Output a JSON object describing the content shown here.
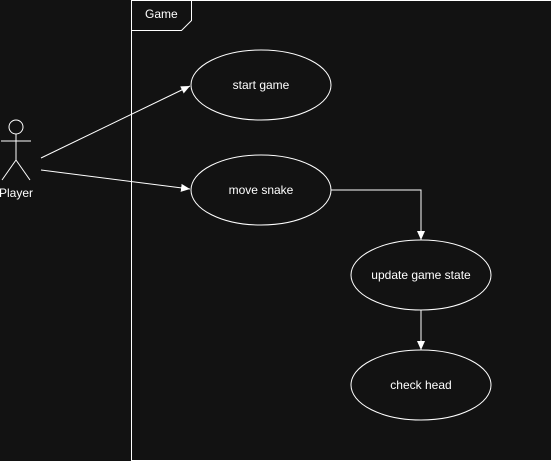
{
  "diagram": {
    "type": "uml-use-case",
    "frame": {
      "label": "Game"
    },
    "actor": {
      "label": "Player"
    },
    "use_cases": [
      {
        "id": "start",
        "label": "start game"
      },
      {
        "id": "move",
        "label": "move snake"
      },
      {
        "id": "update",
        "label": "update game state"
      },
      {
        "id": "check",
        "label": "check head"
      }
    ],
    "edges": [
      {
        "from": "Player",
        "to": "start game"
      },
      {
        "from": "Player",
        "to": "move snake"
      },
      {
        "from": "move snake",
        "to": "update game state"
      },
      {
        "from": "update game state",
        "to": "check head"
      }
    ]
  },
  "colors": {
    "background": "#121212",
    "stroke": "#ffffff",
    "text": "#ffffff"
  }
}
